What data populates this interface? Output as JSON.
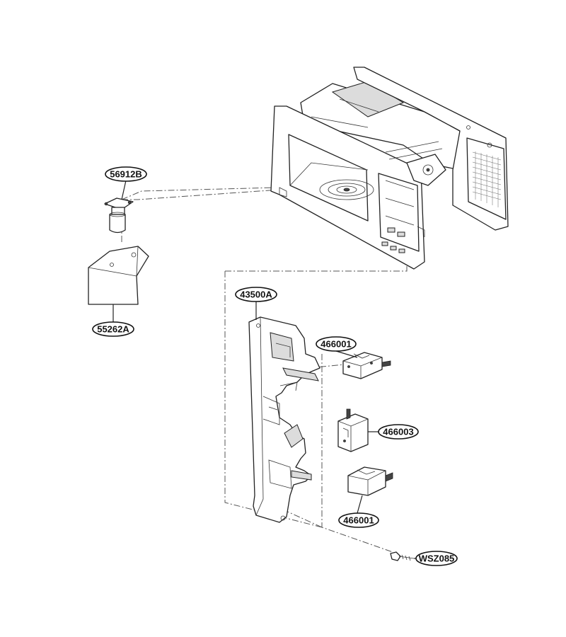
{
  "callouts": {
    "c56912B": "56912B",
    "c55262A": "55262A",
    "c43500A": "43500A",
    "c466001_top": "466001",
    "c466003": "466003",
    "c466001_bottom": "466001",
    "cWSZ085": "WSZ085"
  }
}
